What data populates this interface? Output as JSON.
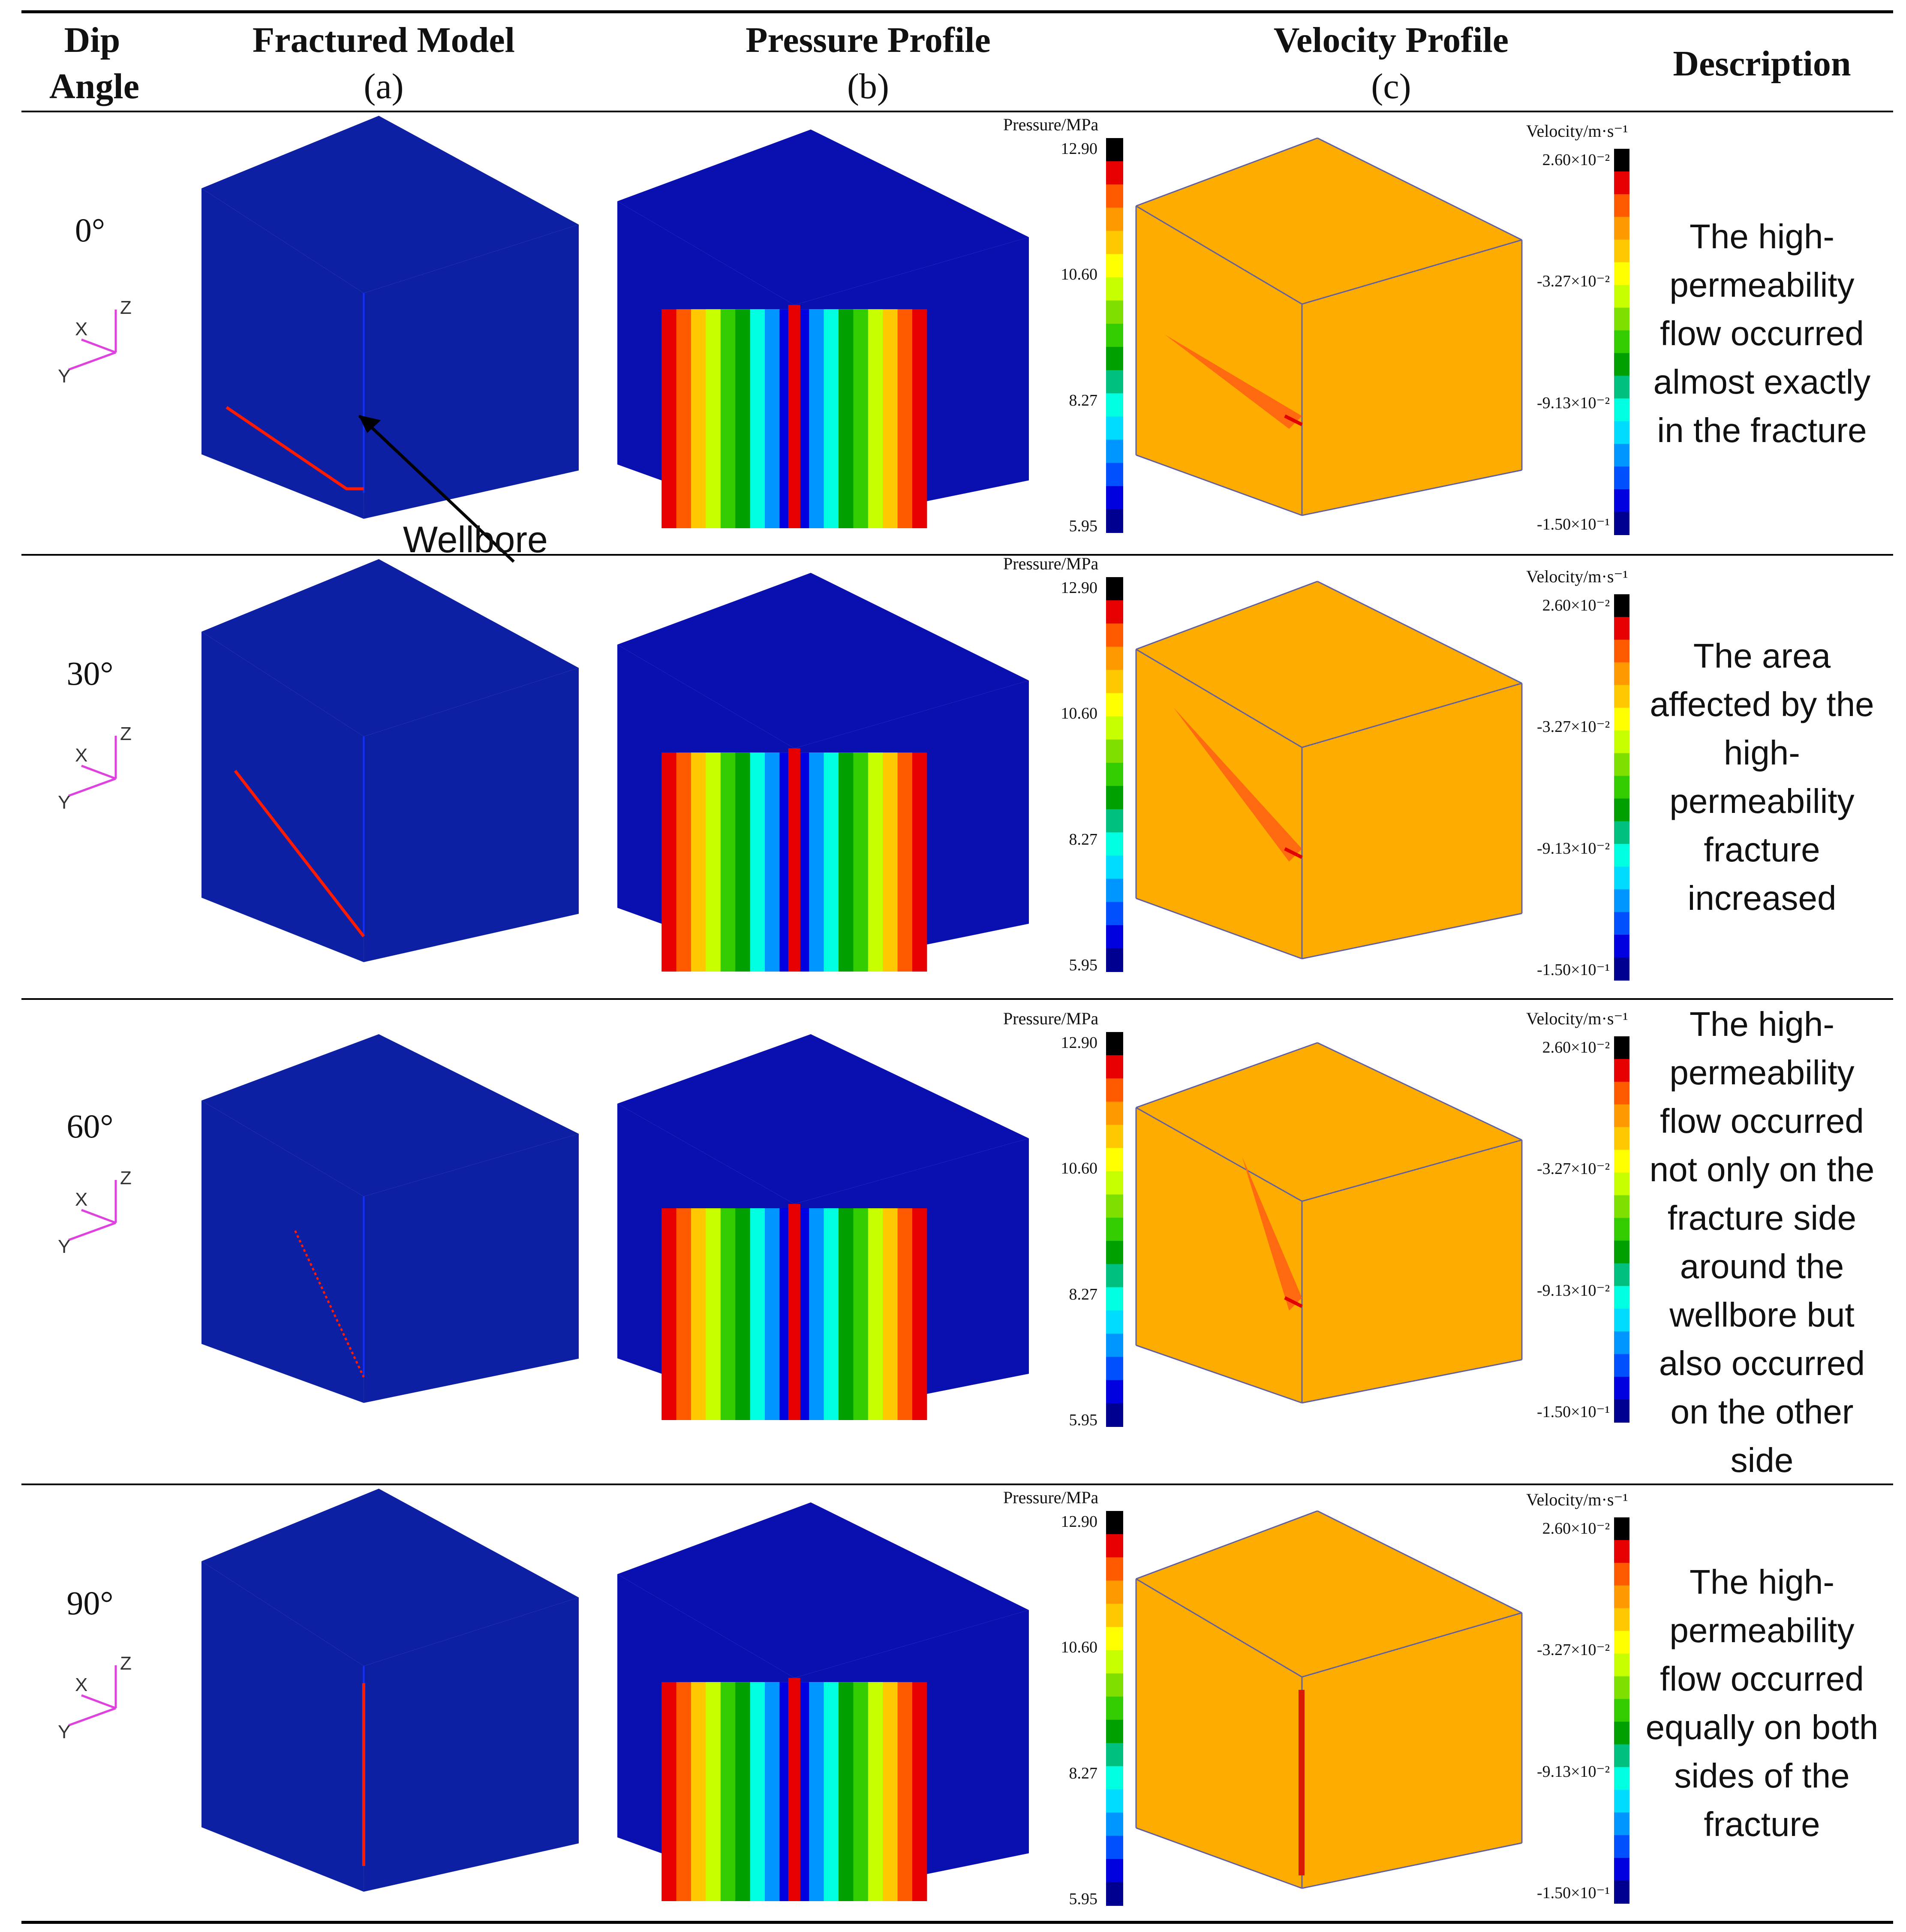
{
  "header": {
    "dip_angle": "Dip Angle",
    "fractured_model": "Fractured Model",
    "fractured_model_sub": "(a)",
    "pressure_profile": "Pressure Profile",
    "pressure_profile_sub": "(b)",
    "velocity_profile": "Velocity Profile",
    "velocity_profile_sub": "(c)",
    "description": "Description"
  },
  "annotation": {
    "wellbore": "Wellbore"
  },
  "axis_labels": {
    "x": "X",
    "y": "Y",
    "z": "Z"
  },
  "pressure_scale": {
    "title": "Pressure/MPa",
    "ticks": [
      "12.90",
      "10.60",
      "8.27",
      "5.95"
    ],
    "colors": [
      "#000000",
      "#e60000",
      "#ff5a00",
      "#ff9900",
      "#ffc800",
      "#ffff00",
      "#c8ff00",
      "#7fe000",
      "#33cc00",
      "#00a000",
      "#00c080",
      "#00ffe0",
      "#00dcff",
      "#0096ff",
      "#0050ff",
      "#0000e0",
      "#000090"
    ]
  },
  "velocity_scale": {
    "title": "Velocity/m·s⁻¹",
    "ticks": [
      "2.60×10⁻²",
      "-3.27×10⁻²",
      "-9.13×10⁻²",
      "-1.50×10⁻¹"
    ],
    "colors": [
      "#000000",
      "#e60000",
      "#ff5a00",
      "#ff9900",
      "#ffc800",
      "#ffff00",
      "#c8ff00",
      "#7fe000",
      "#33cc00",
      "#00a000",
      "#00c080",
      "#00ffe0",
      "#00dcff",
      "#0096ff",
      "#0050ff",
      "#0000e0",
      "#000090"
    ]
  },
  "colors": {
    "model_blue": "#0d1fa3",
    "velocity_orange": "#ffac00",
    "fracture_red": "#ff1a00"
  },
  "rows": [
    {
      "angle": "0°",
      "description_lines": [
        "The high-",
        "permeability",
        "flow occurred",
        "almost exactly",
        "in the fracture"
      ]
    },
    {
      "angle": "30°",
      "description_lines": [
        "The area",
        "affected by the",
        "high-",
        "permeability",
        "fracture",
        "increased"
      ]
    },
    {
      "angle": "60°",
      "description_lines": [
        "The high-",
        "permeability",
        "flow occurred",
        "not only on the",
        "fracture side",
        "around the",
        "wellbore but",
        "also occurred",
        "on the other",
        "side"
      ]
    },
    {
      "angle": "90°",
      "description_lines": [
        "The high-",
        "permeability",
        "flow occurred",
        "equally on both",
        "sides of the",
        "fracture"
      ]
    }
  ]
}
